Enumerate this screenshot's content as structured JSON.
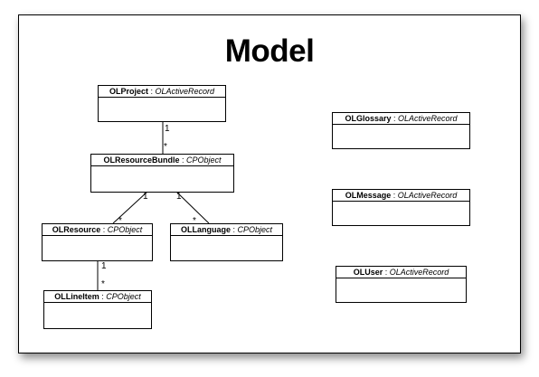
{
  "title": "Model",
  "classes": {
    "olproject": {
      "name": "OLProject",
      "sep": " : ",
      "base": "OLActiveRecord"
    },
    "olresourcebundle": {
      "name": "OLResourceBundle",
      "sep": " : ",
      "base": "CPObject"
    },
    "olresource": {
      "name": "OLResource",
      "sep": " : ",
      "base": "CPObject"
    },
    "ollanguage": {
      "name": "OLLanguage",
      "sep": " : ",
      "base": "CPObject"
    },
    "ollineitem": {
      "name": "OLLineItem",
      "sep": " : ",
      "base": "CPObject"
    },
    "olglossary": {
      "name": "OLGlossary",
      "sep": " : ",
      "base": "OLActiveRecord"
    },
    "olmessage": {
      "name": "OLMessage",
      "sep": " : ",
      "base": "OLActiveRecord"
    },
    "oluser": {
      "name": "OLUser",
      "sep": " : ",
      "base": "OLActiveRecord"
    }
  },
  "associations": {
    "project_bundle": {
      "one": "1",
      "many": "*"
    },
    "bundle_resource": {
      "one": "1",
      "many": "*"
    },
    "bundle_language": {
      "one": "1",
      "many": "*"
    },
    "resource_lineitem": {
      "one": "1",
      "many": "*"
    }
  }
}
